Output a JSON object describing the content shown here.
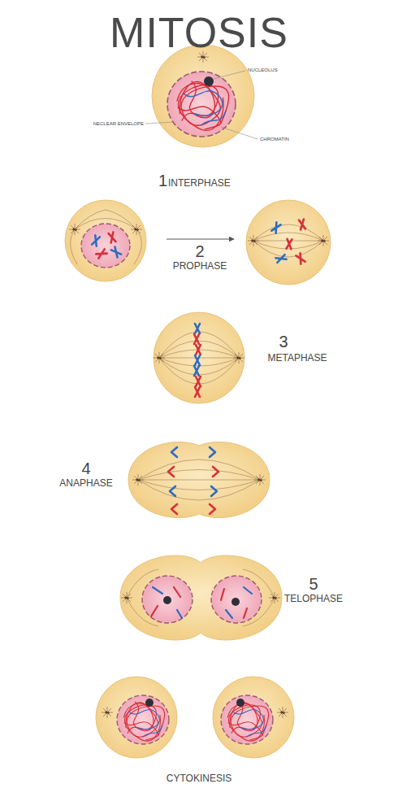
{
  "diagram": {
    "title": "MITOSIS",
    "labels": [
      "NUCLEOLUS",
      "NECLEAR ENVELOPE",
      "CHROMATIN",
      "1",
      "INTERPHASE",
      "2",
      "PROPHASE",
      "3",
      "METAPHASE",
      "4",
      "ANAPHASE",
      "5",
      "TELOPHASE",
      "CYTOKINESIS"
    ]
  }
}
